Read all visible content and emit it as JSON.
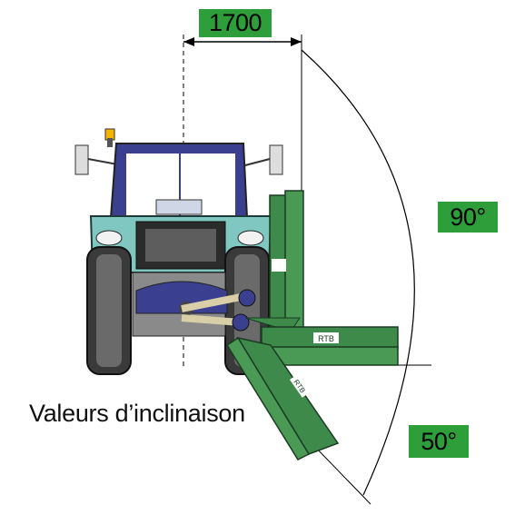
{
  "dimension": {
    "width_label": "1700"
  },
  "angles": {
    "upper": "90°",
    "lower": "50°"
  },
  "caption": "Valeurs d’inclinaison",
  "brand": {
    "deck_text": "RTB",
    "arm_text": "RTB"
  },
  "colors": {
    "label_green": "#2e9e3a",
    "tractor_teal": "#7fc7c0",
    "cab_blue": "#3b3f8f",
    "mower_green": "#3d8a4a"
  }
}
